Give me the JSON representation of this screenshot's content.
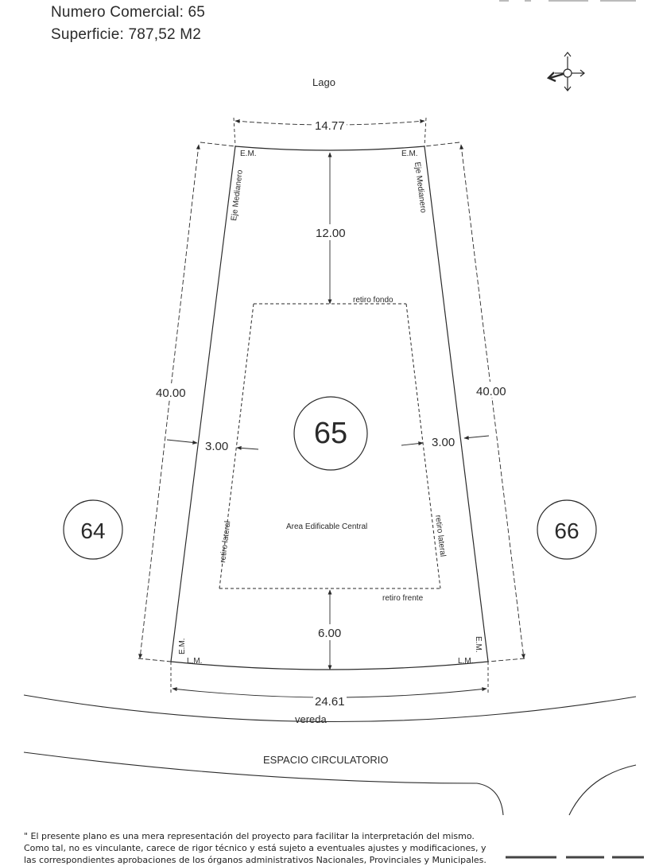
{
  "header": {
    "numero_comercial": "Numero Comercial: 65",
    "superficie": "Superficie: 787,52 M2"
  },
  "plan": {
    "lago": "Lago",
    "top_width": "14.77",
    "bottom_width": "24.61",
    "depth_left": "40.00",
    "depth_right": "40.00",
    "retiro_fondo_value": "12.00",
    "retiro_frente_value": "6.00",
    "retiro_lateral_left_value": "3.00",
    "retiro_lateral_right_value": "3.00",
    "lot_number": "65",
    "neighbor_left": "64",
    "neighbor_right": "66",
    "em": "E.M.",
    "lm": "L.M.",
    "eje_medianero": "Eje Medianero",
    "retiro_fondo": "retiro fondo",
    "retiro_frente": "retiro frente",
    "retiro_lateral": "retiro lateral",
    "area_edificable": "Area Edificable Central",
    "vereda": "vereda",
    "espacio_circulatorio": "ESPACIO CIRCULATORIO"
  },
  "disclaimer": {
    "line1": "\" El presente plano es una mera representación del proyecto para facilitar la interpretación del mismo.",
    "line2": "Como tal, no es vinculante, carece de rigor técnico y está sujeto a eventuales ajustes y modificaciones, y",
    "line3": "las correspondientes aprobaciones de los órganos administrativos Nacionales, Provinciales y Municipales."
  },
  "colors": {
    "line": "#2a2a2a",
    "text": "#2a2a2a",
    "background": "#ffffff"
  },
  "icons": {
    "compass": "north-arrow-icon"
  }
}
